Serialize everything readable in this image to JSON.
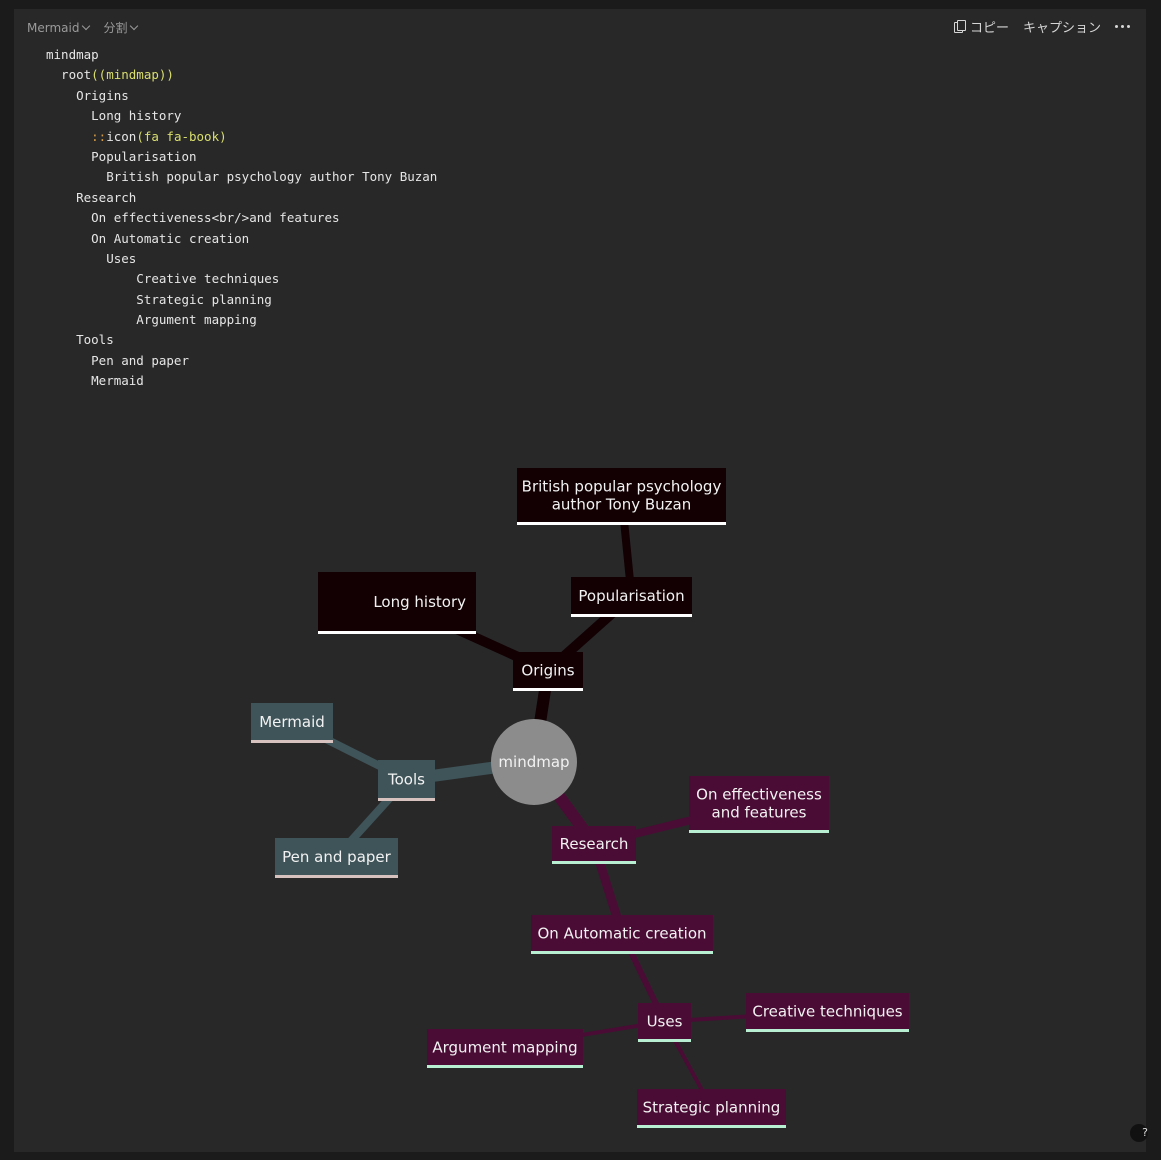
{
  "toolbar": {
    "language_label": "Mermaid",
    "view_label": "分割",
    "copy_label": "コピー",
    "caption_label": "キャプション"
  },
  "code_lines": [
    [
      {
        "t": "mindmap",
        "c": ""
      }
    ],
    [
      {
        "t": "  root",
        "c": ""
      },
      {
        "t": "((mindmap))",
        "c": "yellow"
      }
    ],
    [
      {
        "t": "    Origins",
        "c": ""
      }
    ],
    [
      {
        "t": "      Long history",
        "c": ""
      }
    ],
    [
      {
        "t": "      ",
        "c": ""
      },
      {
        "t": "::",
        "c": "orange"
      },
      {
        "t": "icon",
        "c": ""
      },
      {
        "t": "(fa fa-book)",
        "c": "yellow"
      }
    ],
    [
      {
        "t": "      Popularisation",
        "c": ""
      }
    ],
    [
      {
        "t": "        British popular psychology author Tony Buzan",
        "c": ""
      }
    ],
    [
      {
        "t": "    Research",
        "c": ""
      }
    ],
    [
      {
        "t": "      On effectiveness<br/>and features",
        "c": ""
      }
    ],
    [
      {
        "t": "      On Automatic creation",
        "c": ""
      }
    ],
    [
      {
        "t": "        Uses",
        "c": ""
      }
    ],
    [
      {
        "t": "            Creative techniques",
        "c": ""
      }
    ],
    [
      {
        "t": "            Strategic planning",
        "c": ""
      }
    ],
    [
      {
        "t": "            Argument mapping",
        "c": ""
      }
    ],
    [
      {
        "t": "    Tools",
        "c": ""
      }
    ],
    [
      {
        "t": "      Pen and paper",
        "c": ""
      }
    ],
    [
      {
        "t": "      Mermaid",
        "c": ""
      }
    ]
  ],
  "mindmap": {
    "root": "mindmap",
    "nodes": [
      {
        "id": "origins",
        "lines": [
          "Origins"
        ]
      },
      {
        "id": "long_history",
        "lines": [
          "Long history"
        ]
      },
      {
        "id": "popularisation",
        "lines": [
          "Popularisation"
        ]
      },
      {
        "id": "buzan",
        "lines": [
          "British popular psychology",
          "author Tony Buzan"
        ]
      },
      {
        "id": "research",
        "lines": [
          "Research"
        ]
      },
      {
        "id": "effectiveness",
        "lines": [
          "On effectiveness",
          "and features"
        ]
      },
      {
        "id": "automatic",
        "lines": [
          "On Automatic creation"
        ]
      },
      {
        "id": "uses",
        "lines": [
          "Uses"
        ]
      },
      {
        "id": "creative",
        "lines": [
          "Creative techniques"
        ]
      },
      {
        "id": "strategic",
        "lines": [
          "Strategic planning"
        ]
      },
      {
        "id": "argument",
        "lines": [
          "Argument mapping"
        ]
      },
      {
        "id": "tools",
        "lines": [
          "Tools"
        ]
      },
      {
        "id": "pen_paper",
        "lines": [
          "Pen and paper"
        ]
      },
      {
        "id": "mermaid",
        "lines": [
          "Mermaid"
        ]
      }
    ],
    "colors": {
      "root": "#8c8c8c",
      "origins": "#120003",
      "origins_underline": "#ffffff",
      "research": "#4a0c35",
      "research_underline": "#b8efd2",
      "tools": "#3f5459",
      "tools_underline": "#d8c2c0"
    }
  },
  "help_label": "?"
}
